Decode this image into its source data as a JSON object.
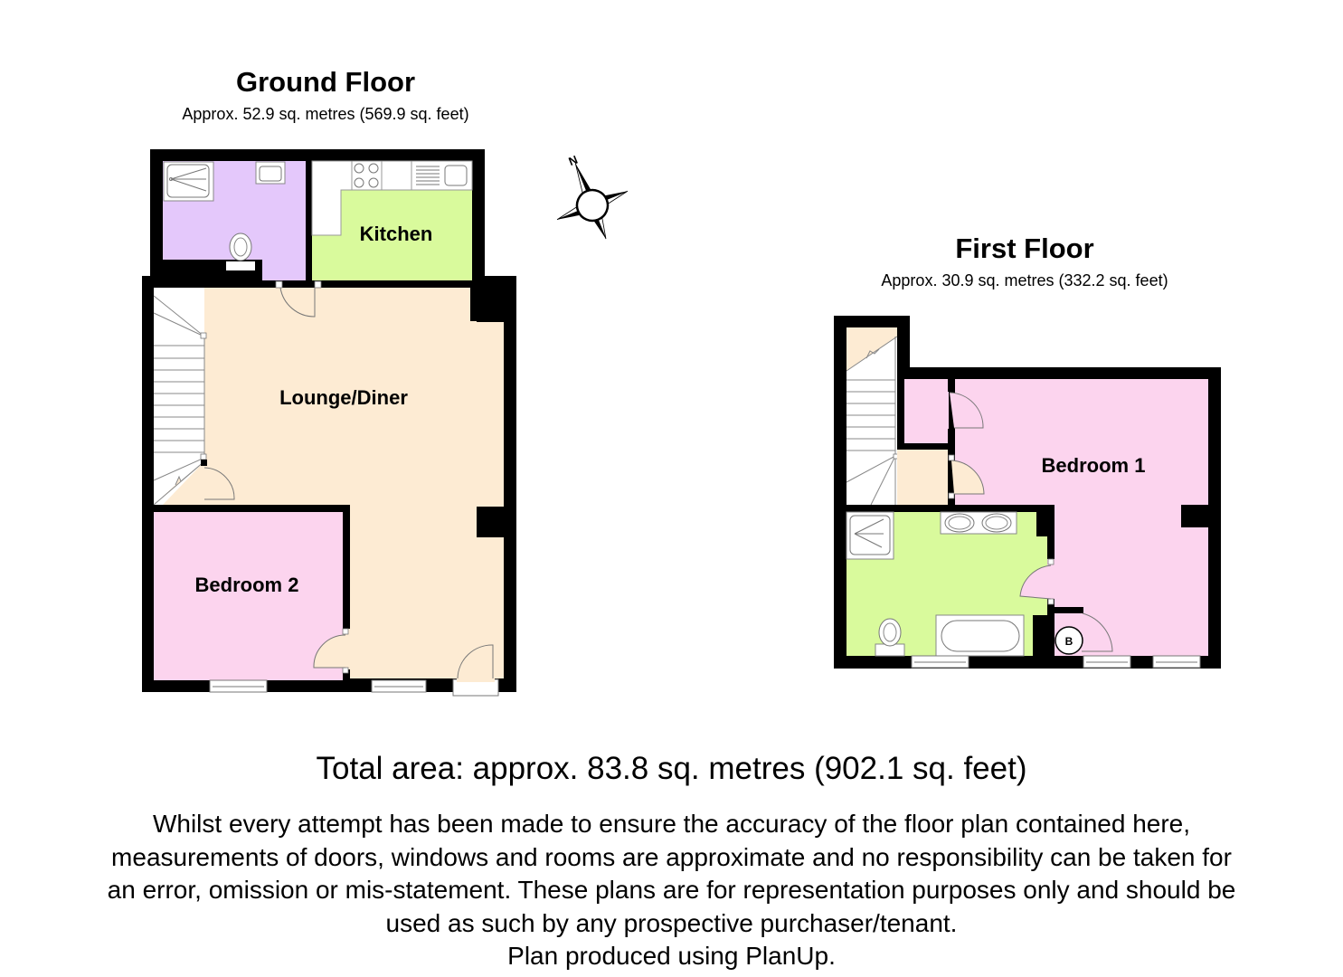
{
  "ground_floor": {
    "title": "Ground Floor",
    "area": "Approx. 52.9 sq. metres (569.9 sq. feet)",
    "rooms": {
      "kitchen": "Kitchen",
      "lounge": "Lounge/Diner",
      "bedroom2": "Bedroom 2",
      "shower_room": ""
    }
  },
  "first_floor": {
    "title": "First Floor",
    "area": "Approx. 30.9 sq. metres (332.2 sq. feet)",
    "rooms": {
      "bedroom1": "Bedroom 1",
      "boiler_label": "B"
    }
  },
  "compass": {
    "north_label": "N"
  },
  "footer": {
    "total_area": "Total area: approx. 83.8 sq. metres (902.1 sq. feet)",
    "disclaimer_lines": [
      "Whilst every attempt has been made to ensure the accuracy of the floor plan contained here,",
      "measurements of doors, windows and rooms are approximate and no responsibility can be taken for",
      "an error, omission or mis-statement. These plans are for representation purposes only and should be",
      "used as such by any prospective purchaser/tenant.",
      "Plan produced using PlanUp."
    ]
  },
  "colors": {
    "wall": "#000000",
    "lounge": "#fdebd3",
    "bedroom": "#fcd4ee",
    "shower_room": "#e4c8fb",
    "kitchen_bathroom": "#d9fa9c",
    "stairs": "#ffffff"
  }
}
